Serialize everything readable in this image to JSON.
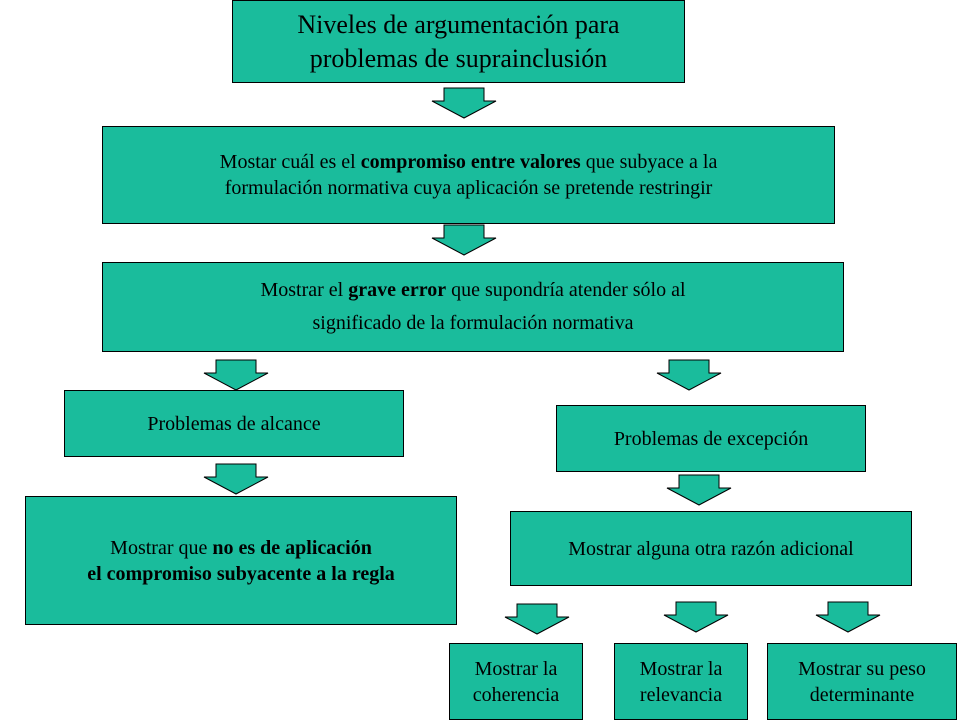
{
  "colors": {
    "box_fill": "#1abc9c",
    "border": "#000000",
    "background": "#ffffff"
  },
  "title": {
    "line1": "Niveles de argumentación para",
    "line2": "problemas de suprainclusión"
  },
  "level1": {
    "line1_pre": "Mostar cuál es el ",
    "line1_bold": "compromiso entre valores",
    "line1_post": " que subyace a la",
    "line2": "formulación normativa cuya aplicación se pretende restringir"
  },
  "level2": {
    "line1_pre": "Mostrar el ",
    "line1_bold": "grave error",
    "line1_post": " que supondría atender sólo al",
    "line2": "significado de la formulación normativa"
  },
  "alcance": {
    "label": "Problemas de alcance",
    "detail_pre": "Mostrar que ",
    "detail_bold": "no es de aplicación",
    "detail_line2": "el compromiso subyacente a la regla"
  },
  "excepcion": {
    "label": "Problemas de excepción",
    "detail": "Mostrar alguna otra razón adicional",
    "options": [
      {
        "line1": "Mostrar la",
        "line2": "coherencia"
      },
      {
        "line1": "Mostrar la",
        "line2": "relevancia"
      },
      {
        "line1": "Mostrar su peso",
        "line2": "determinante"
      }
    ]
  }
}
